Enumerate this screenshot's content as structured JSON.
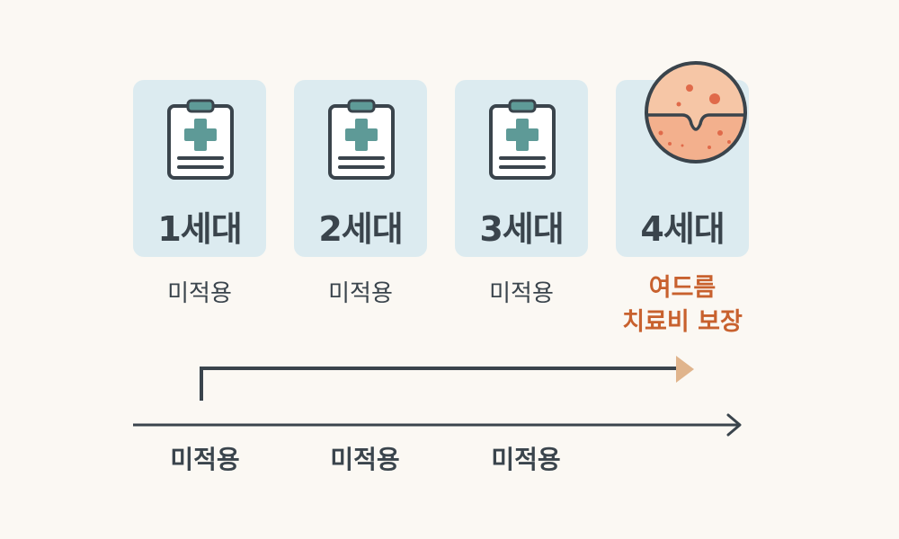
{
  "cards": [
    {
      "label": "1세대",
      "status": "미적용"
    },
    {
      "label": "2세대",
      "status": "미적용"
    },
    {
      "label": "3세대",
      "status": "미적용"
    },
    {
      "label": "4세대",
      "status_lines": [
        "여드름",
        "치료비 보장"
      ]
    }
  ],
  "timeline_labels": [
    "미적용",
    "미적용",
    "미적용"
  ],
  "icons": {
    "cards_1_3": "medical-clipboard-icon",
    "card_4": "acne-skin-icon"
  },
  "colors": {
    "background": "#fbf8f3",
    "card": "#dcebf0",
    "text": "#3a444c",
    "highlight": "#c8612e",
    "cross": "#5e9a97",
    "arrow_head": "#e0b48c"
  }
}
